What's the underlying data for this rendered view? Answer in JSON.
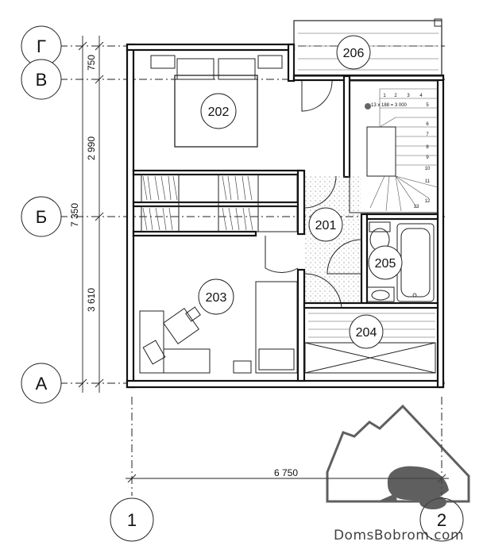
{
  "axes": {
    "rows": [
      {
        "label": "Г"
      },
      {
        "label": "В"
      },
      {
        "label": "Б"
      },
      {
        "label": "А"
      }
    ],
    "columns": [
      {
        "label": "1"
      },
      {
        "label": "2"
      }
    ]
  },
  "dimensions": {
    "d750": "750",
    "d2990": "2 990",
    "d7350": "7 350",
    "d3610": "3 610",
    "d6750": "6 750"
  },
  "rooms": {
    "r202": "202",
    "r201": "201",
    "r203": "203",
    "r204": "204",
    "r205": "205",
    "r206": "206"
  },
  "stair": {
    "note": "13 x 188 = 3 000",
    "steps": [
      "1",
      "2",
      "3",
      "4",
      "5",
      "6",
      "7",
      "8",
      "9",
      "10",
      "11",
      "12",
      "13"
    ]
  },
  "logo": {
    "text": "DomsBobrom.com",
    "color": "#444444"
  }
}
